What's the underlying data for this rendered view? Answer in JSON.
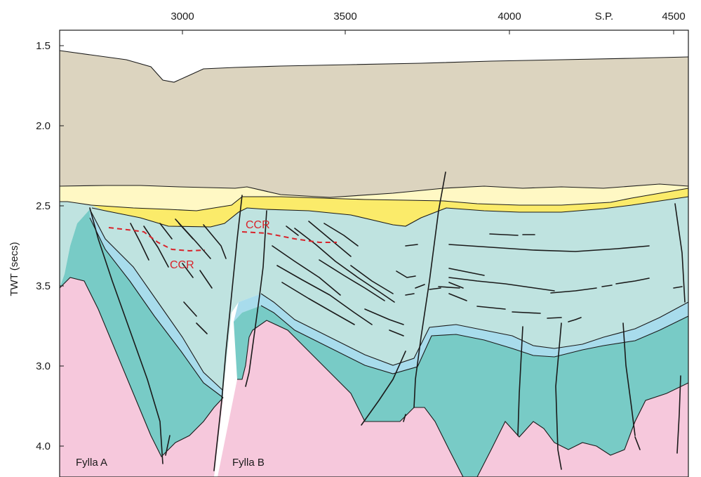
{
  "colors": {
    "seabed_unit": "#dcd4bf",
    "pale_yellow_unit": "#fff8c4",
    "yellow_unit": "#fbeb6a",
    "upper_syn_rift": "#bfe3e0",
    "light_blue_unit": "#a8dcec",
    "lower_syn_rift": "#78cbc6",
    "basement": "#f6c8dc",
    "ccr_line": "#d8242b"
  },
  "axes": {
    "x_ticks": [
      "3000",
      "3500",
      "4000",
      "4500"
    ],
    "x_title": "S.P.",
    "y_ticks": [
      "1.5",
      "2.0",
      "2.5",
      "3.5",
      "3.0",
      "4.0"
    ],
    "y_title": "TWT (secs)"
  },
  "labels": {
    "ccr_left": "CCR",
    "ccr_right": "CCR",
    "fylla_a": "Fylla A",
    "fylla_b": "Fylla B"
  }
}
